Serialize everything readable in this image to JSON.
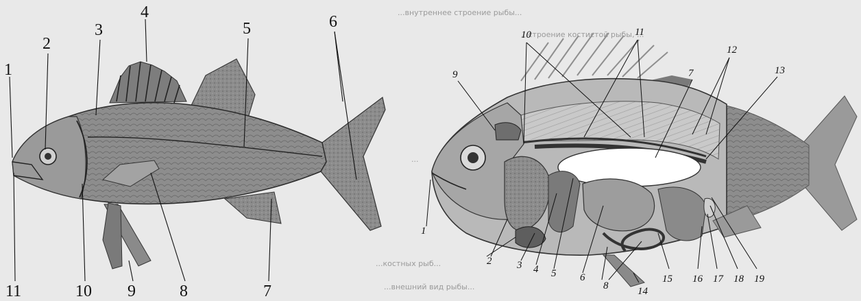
{
  "figure_left": {
    "labels": [
      "1",
      "2",
      "3",
      "4",
      "5",
      "6",
      "7",
      "8",
      "9",
      "10",
      "11"
    ]
  },
  "figure_right": {
    "labels": [
      "1",
      "2",
      "3",
      "4",
      "5",
      "6",
      "7",
      "8",
      "9",
      "10",
      "11",
      "12",
      "13",
      "14",
      "15",
      "16",
      "17",
      "18",
      "19"
    ]
  },
  "background_text": [
    "...внутреннее строение рыбы...",
    "...строение костистой рыбы, ...",
    "...",
    "...костных рыб...",
    "...внешний вид рыбы..."
  ],
  "colors": {
    "paper": "#e9e9e9",
    "ink": "#111111",
    "body": "#8a8a8a",
    "bladder": "#ffffff"
  }
}
